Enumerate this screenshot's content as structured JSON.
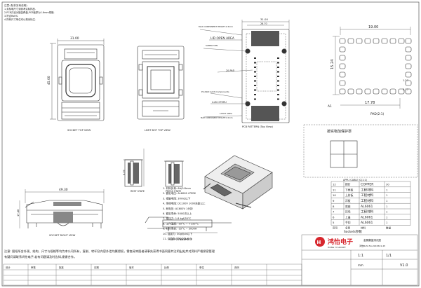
{
  "notes_header": "注意:(除非另有说明)",
  "notes": [
    "1.未标明尺寸请参考实际样品.",
    "2.PCB孔径为镀金焊盘,PCB板厚为1.6mm规格.",
    "3.符合RoHS.",
    "4.所有尺寸单位均以毫米标注."
  ],
  "views": {
    "socket_top": "SOCKET TOP VIEW",
    "limit_bot_top": "LIMIT BOT TOP VIEW",
    "pcb_pattern": "PCB PATTERN (Top View)",
    "rest_state": "REST STATE",
    "press_state": "PRESS STATE",
    "socket_right": "SOCKET RIGHT VIEW",
    "pad_scale": "PAD(2:1)",
    "appl_scale": "APPL ICABLE IC(1:1)"
  },
  "pcb_labels": {
    "lid_open_area": "LID OPEN AREA",
    "max_height_top": "MAX COMPONENT HEIGHT:1.5mm",
    "sample_pin": "SAMPLE PIN",
    "pads": "20-PAD",
    "prohibit": "Prohibit Goth Components",
    "thru": "4-Ø2.2THRU",
    "latch_area": "LATCH AREA",
    "max_height_bottom": "MAX COMPONENT HEIGHT:1.5mm",
    "a1": "A1"
  },
  "dimensions": {
    "top_width": "31.00",
    "top_height": "45.00",
    "pcb_width": "31.00",
    "pcb_inner": "26.70",
    "pad_width": "19.00",
    "pad_height": "15.24",
    "pad_pitch_a": "1.27",
    "pad_pitch_b": "2.77",
    "pad_bottom": "17.78",
    "right_length": "49.30",
    "right_height": "17.48",
    "rest_h1": "6.39",
    "dp_label": "DP-0788B-6.3"
  },
  "protect_label": "按实物加保护罩",
  "specs": [
    "1. 材料负荷: 6A/0.8mm",
    "2. 额定电压: AL6061+PEEK",
    "3. 接触电阻: 30mΩ以下",
    "4. 绝缘电阻: DC100V 1000兆欧以上",
    "5. 耐电压: AC600V 1分钟",
    "6. 额定寿命: 5000次以上",
    "7. 推压力: 1.8 kgf/35°C",
    "8. 工作温度: -55°C ~ +155°C",
    "9. 材料寿命: -55°C ~ 5000H",
    "10. 插拔力: 30gf/pin以下",
    "11. 保持力: 1kg 2.4gf/m"
  ],
  "bom": {
    "columns": [
      "序号",
      "名称",
      "材料",
      "数量"
    ],
    "rows": [
      [
        "12",
        "探针",
        "COPPER",
        "30"
      ],
      [
        "11",
        "下框板",
        "工程材料",
        "1"
      ],
      [
        "10",
        "上封板",
        "工程材料",
        "1"
      ],
      [
        "9",
        "浮板",
        "工程材料",
        "1"
      ],
      [
        "8",
        "底座",
        "AL6061",
        "1"
      ],
      [
        "7",
        "压块",
        "工程材料",
        "1"
      ],
      [
        "6",
        "上盖",
        "AL6061",
        "1"
      ],
      [
        "5",
        "手扣",
        "AL6061",
        "1"
      ]
    ]
  },
  "sockets_label": "Sockets参数",
  "company": "鸿怡电子",
  "company_en": "HONG YI SOCKET",
  "drawing_title": "金属翻盖测试座",
  "part_number": "鸿怡B-P2.54-20X25X1.25",
  "scale": "1:1",
  "sheet": "1/1",
  "version": "V1.0",
  "unit": "mm",
  "footer_note": "注意: 图纸所含外观、结构、尺寸与规格等均为本公司所有，复制、转印及内容外泄均属侵权，需查阅本图者请事先获得书面同意并注明出处并对资料严格保密管理",
  "footer_note2": "有疑问请联系鸿怡电子,若有问题请及时告知,谢谢合作。",
  "title_block_headers": [
    "设计",
    "审核",
    "批准",
    "日期",
    "版本",
    "比例",
    "单位",
    "页码"
  ],
  "colors": {
    "line": "#333333",
    "logo": "#d7262d",
    "light": "#888888"
  }
}
